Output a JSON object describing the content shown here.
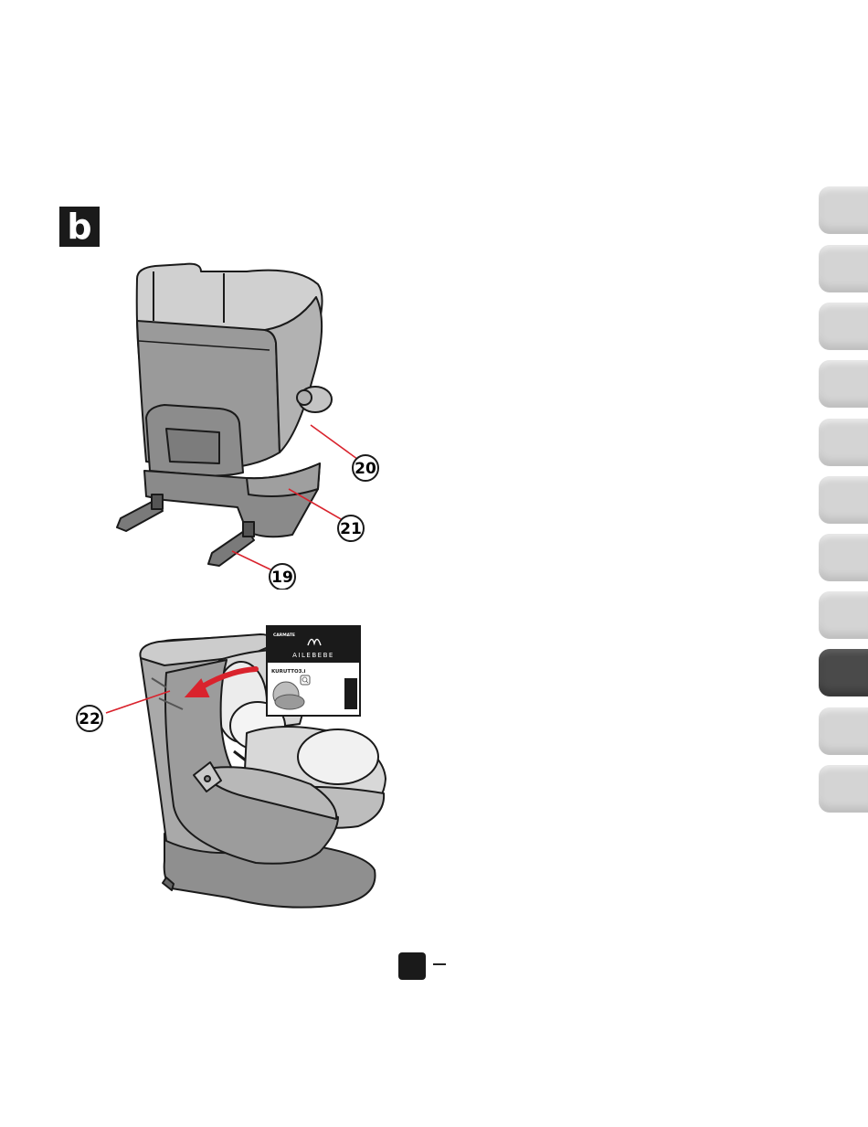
{
  "section_badge": "b",
  "callouts": {
    "c20": "20",
    "c21": "21",
    "c19": "19",
    "c22": "22"
  },
  "label_card": {
    "maker": "CARMATE",
    "brand": "AILEBEBE",
    "model": "KURUTTO3.i"
  },
  "colors": {
    "callout_line": "#d9232d",
    "arrow": "#d9232d",
    "tab_inactive": "#d4d4d4",
    "tab_active": "#4a4a4a",
    "seat_dark": "#8c8c8c",
    "seat_mid": "#a6a6a6",
    "seat_light": "#cfcfcf"
  },
  "side_tabs": {
    "count": 11,
    "active_index": 8
  },
  "icons": [
    "magnifier-icon",
    "curved-arrow-icon",
    "brand-logo-icon"
  ]
}
